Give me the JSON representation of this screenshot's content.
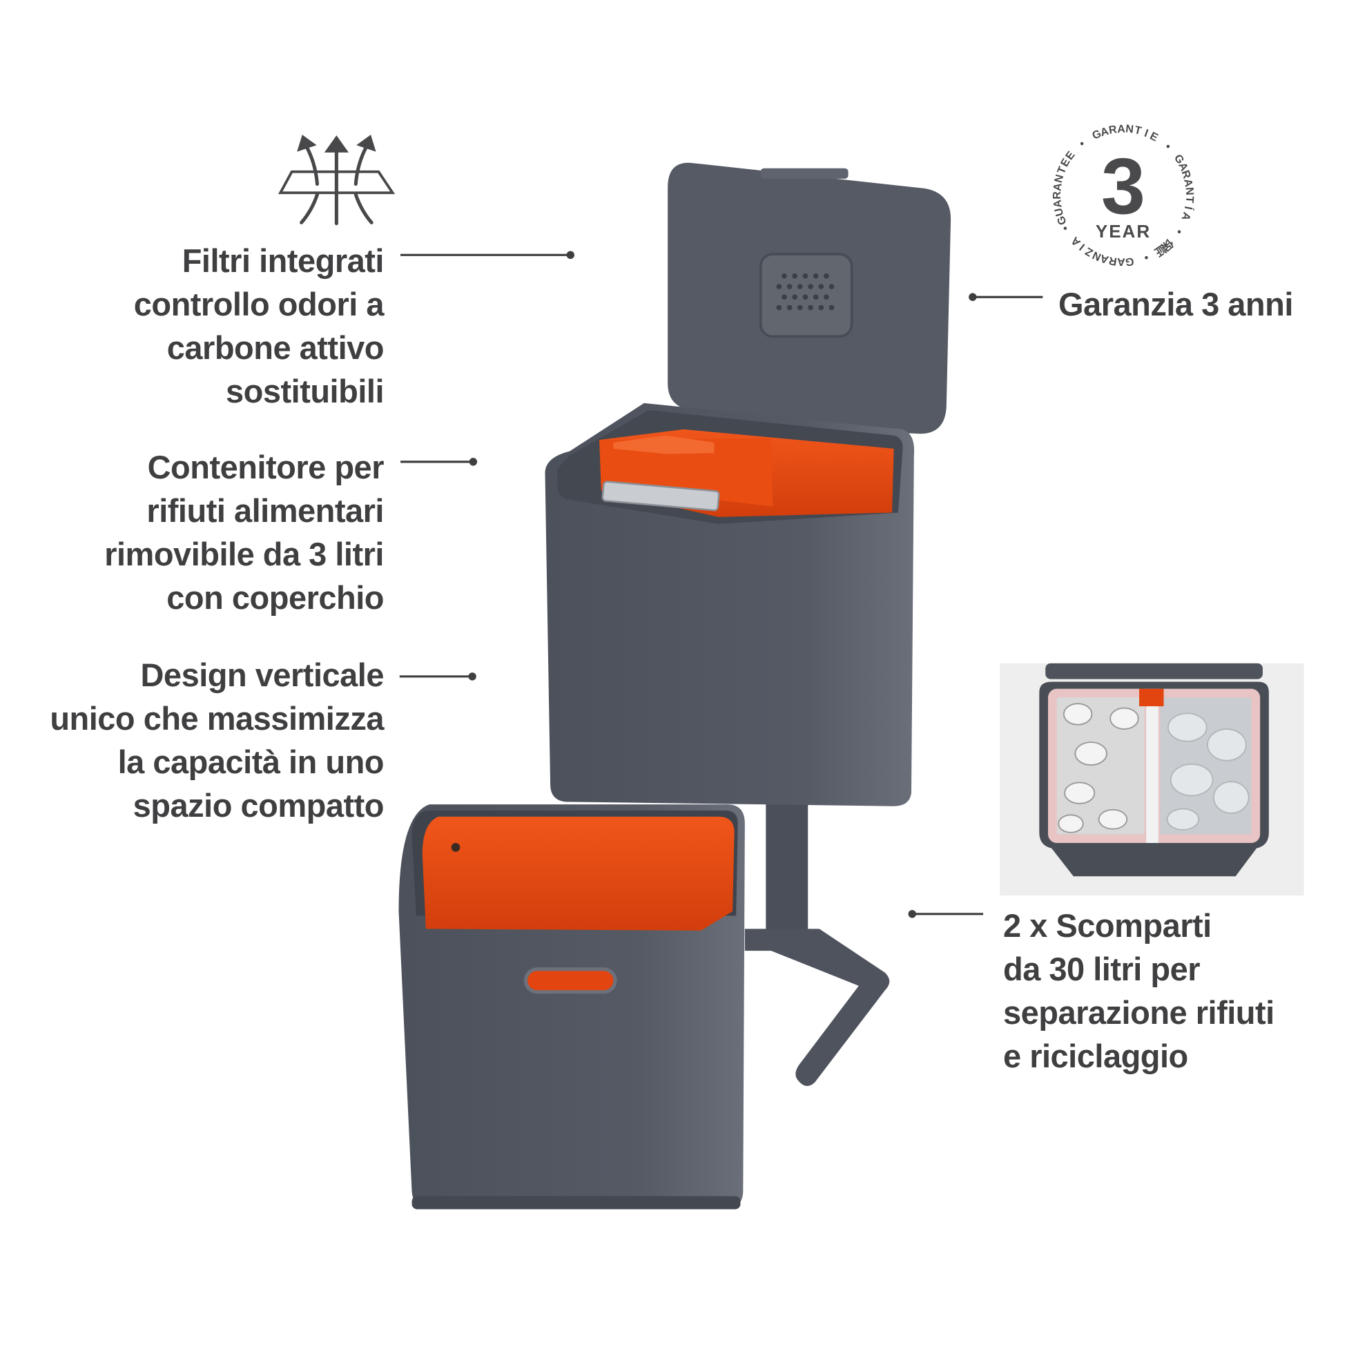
{
  "features": [
    {
      "lines": [
        "Filtri integrati",
        "controllo odori a",
        "carbone attivo",
        "sostituibili"
      ],
      "icon": "air-filter-icon"
    },
    {
      "lines": [
        "Contenitore per",
        "rifiuti alimentari",
        "rimovibile da 3 litri",
        "con coperchio"
      ]
    },
    {
      "lines": [
        "Design verticale",
        "unico che massimizza",
        "la capacità in uno",
        "spazio compatto"
      ]
    },
    {
      "lines": [
        "2 x Scomparti",
        "da 30 litri per",
        "separazione rifiuti",
        "e riciclaggio"
      ]
    }
  ],
  "guarantee": {
    "label": "Garanzia 3 anni",
    "badge_number": "3",
    "badge_unit": "YEAR",
    "badge_ring_text": "GUARANTEE • GARANTIE • GARANTÍA • 保証 • GARANZIA •"
  },
  "colors": {
    "bin_body": "#50555f",
    "bin_inner": "#e2450f",
    "text": "#3f3f41"
  }
}
